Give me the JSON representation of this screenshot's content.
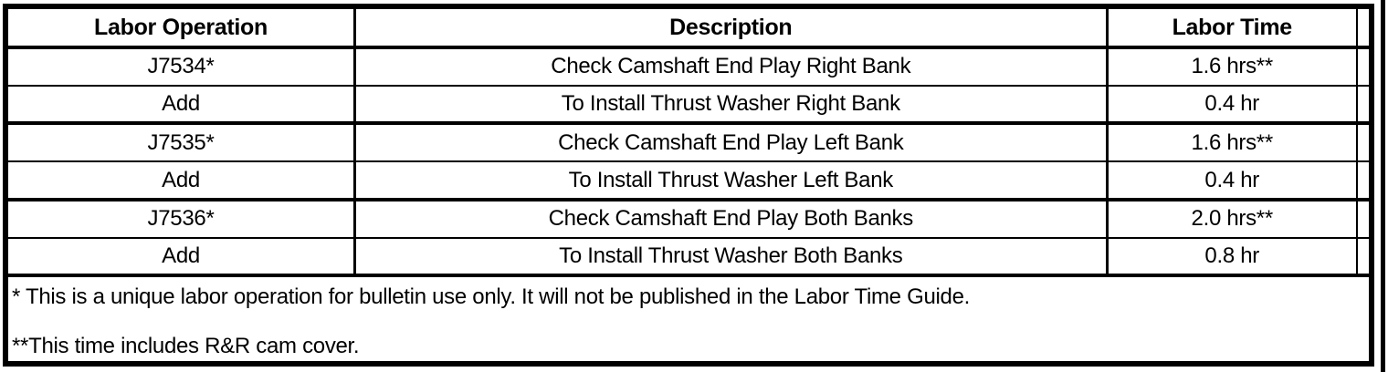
{
  "table": {
    "columns": [
      "Labor Operation",
      "Description",
      "Labor Time"
    ],
    "rows": [
      {
        "op": "J7534*",
        "desc": "Check Camshaft End Play Right Bank",
        "time": "1.6 hrs**"
      },
      {
        "op": "Add",
        "desc": "To Install Thrust Washer Right Bank",
        "time": "0.4 hr"
      },
      {
        "op": "J7535*",
        "desc": "Check Camshaft End Play Left Bank",
        "time": "1.6 hrs**"
      },
      {
        "op": "Add",
        "desc": "To Install Thrust Washer Left Bank",
        "time": "0.4 hr"
      },
      {
        "op": "J7536*",
        "desc": "Check Camshaft End Play Both Banks",
        "time": "2.0 hrs**"
      },
      {
        "op": "Add",
        "desc": "To Install Thrust Washer Both Banks",
        "time": "0.8 hr"
      }
    ],
    "footnotes": [
      "* This is a unique labor operation for bulletin use only. It will not be published in the Labor Time Guide.",
      "**This time includes R&R cam cover."
    ]
  },
  "colors": {
    "border": "#000000",
    "background": "#ffffff",
    "text": "#000000"
  }
}
